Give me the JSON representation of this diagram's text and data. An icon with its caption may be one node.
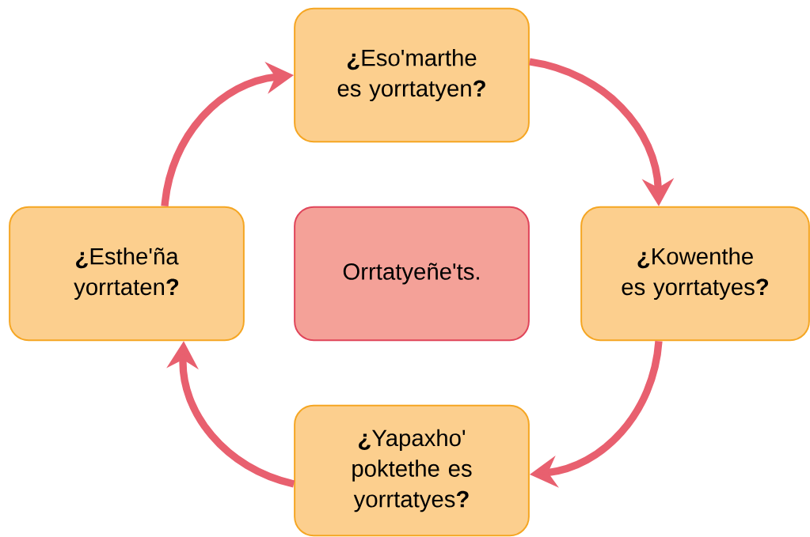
{
  "diagram": {
    "nodes": [
      {
        "text": [
          "**¿**Eso'marthe es yorrtatyen**?**"
        ]
      },
      {
        "text": [
          "**¿**Esthe'ña yorrtaten**?**"
        ]
      },
      {
        "text": [
          "Orrtatyeñe'ts."
        ]
      },
      {
        "text": [
          "**¿**Kowenthe es yorrtatyes**?**"
        ]
      },
      {
        "text": [
          "**¿**Yapaxho' poktethe es yorrtatyes**?**"
        ]
      }
    ],
    "edges": [
      {
        "from": 0,
        "to": 3,
        "arrow": "to"
      },
      {
        "from": 3,
        "to": 4,
        "arrow": "to"
      },
      {
        "from": 4,
        "to": 1,
        "arrow": "to"
      },
      {
        "from": 1,
        "to": 0,
        "arrow": "to"
      }
    ]
  }
}
